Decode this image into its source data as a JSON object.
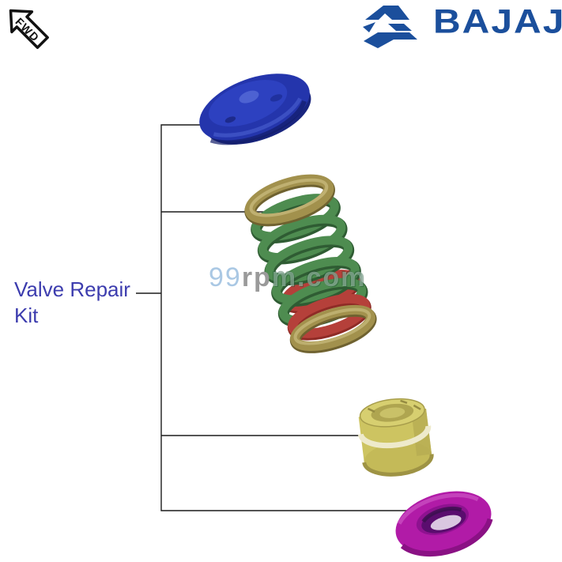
{
  "stamp": {
    "label": "FWD"
  },
  "brand": {
    "wordmark": "BAJAJ",
    "color": "#1b4f9c",
    "icon": "bajaj-flying-b-icon"
  },
  "callout": {
    "line1": "Valve Repair",
    "line2": "Kit",
    "text_color": "#3c3cae"
  },
  "watermark": {
    "seg1": "99",
    "seg2": "rp",
    "seg3": "m.com"
  },
  "diagram": {
    "connector_color": "#1c1c1c",
    "parts": [
      {
        "icon": "valve-spring-retainer-cap-icon",
        "color": "#2435ac"
      },
      {
        "icon": "valve-spring-set-icon",
        "color_outer": "#4e8c50",
        "color_inner": "#b5403a",
        "color_ends": "#a2914d"
      },
      {
        "icon": "valve-tappet-bucket-icon",
        "color": "#cdc461"
      },
      {
        "icon": "valve-stem-seal-washer-icon",
        "color": "#b11ba7"
      }
    ]
  }
}
